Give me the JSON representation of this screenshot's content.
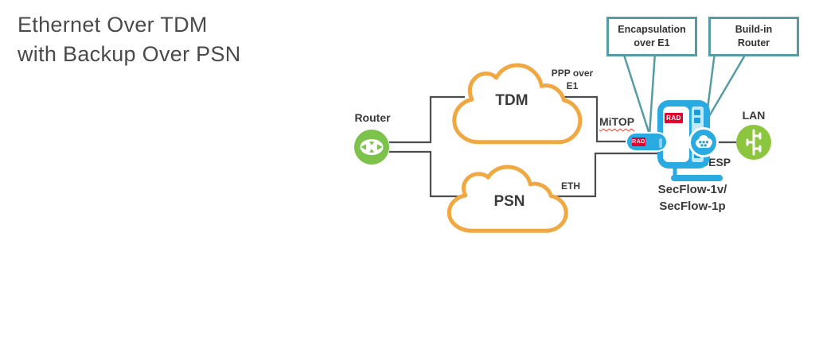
{
  "colors": {
    "title_text": "#4A4A4A",
    "label_text": "#3A3A3A",
    "line": "#4D4D4D",
    "cloud_border": "#F0A843",
    "device_blue": "#29ABE2",
    "strip_blue": "#C2E8F8",
    "port_blue": "#1E9CD7",
    "rad_red": "#E4002B",
    "router_green": "#7CC24B",
    "lan_green": "#8CC63F",
    "callout_teal": "#559CA4",
    "underline_red": "#E8402A"
  },
  "title": {
    "line1": "Ethernet Over TDM",
    "line2": "with Backup Over PSN"
  },
  "callouts": {
    "encapsulation": {
      "line1": "Encapsulation",
      "line2": "over E1"
    },
    "buildin": {
      "line1": "Build-in",
      "line2": "Router"
    }
  },
  "nodes": {
    "router": "Router",
    "tdm": "TDM",
    "psn": "PSN",
    "mitop": "MiTOP",
    "lan": "LAN",
    "cesp": "CESP",
    "device_line1": "SecFlow-1v/",
    "device_line2": "SecFlow-1p"
  },
  "links": {
    "ppp_line1": "PPP over",
    "ppp_line2": "E1",
    "eth": "ETH"
  },
  "logos": {
    "rad": "RAD"
  }
}
